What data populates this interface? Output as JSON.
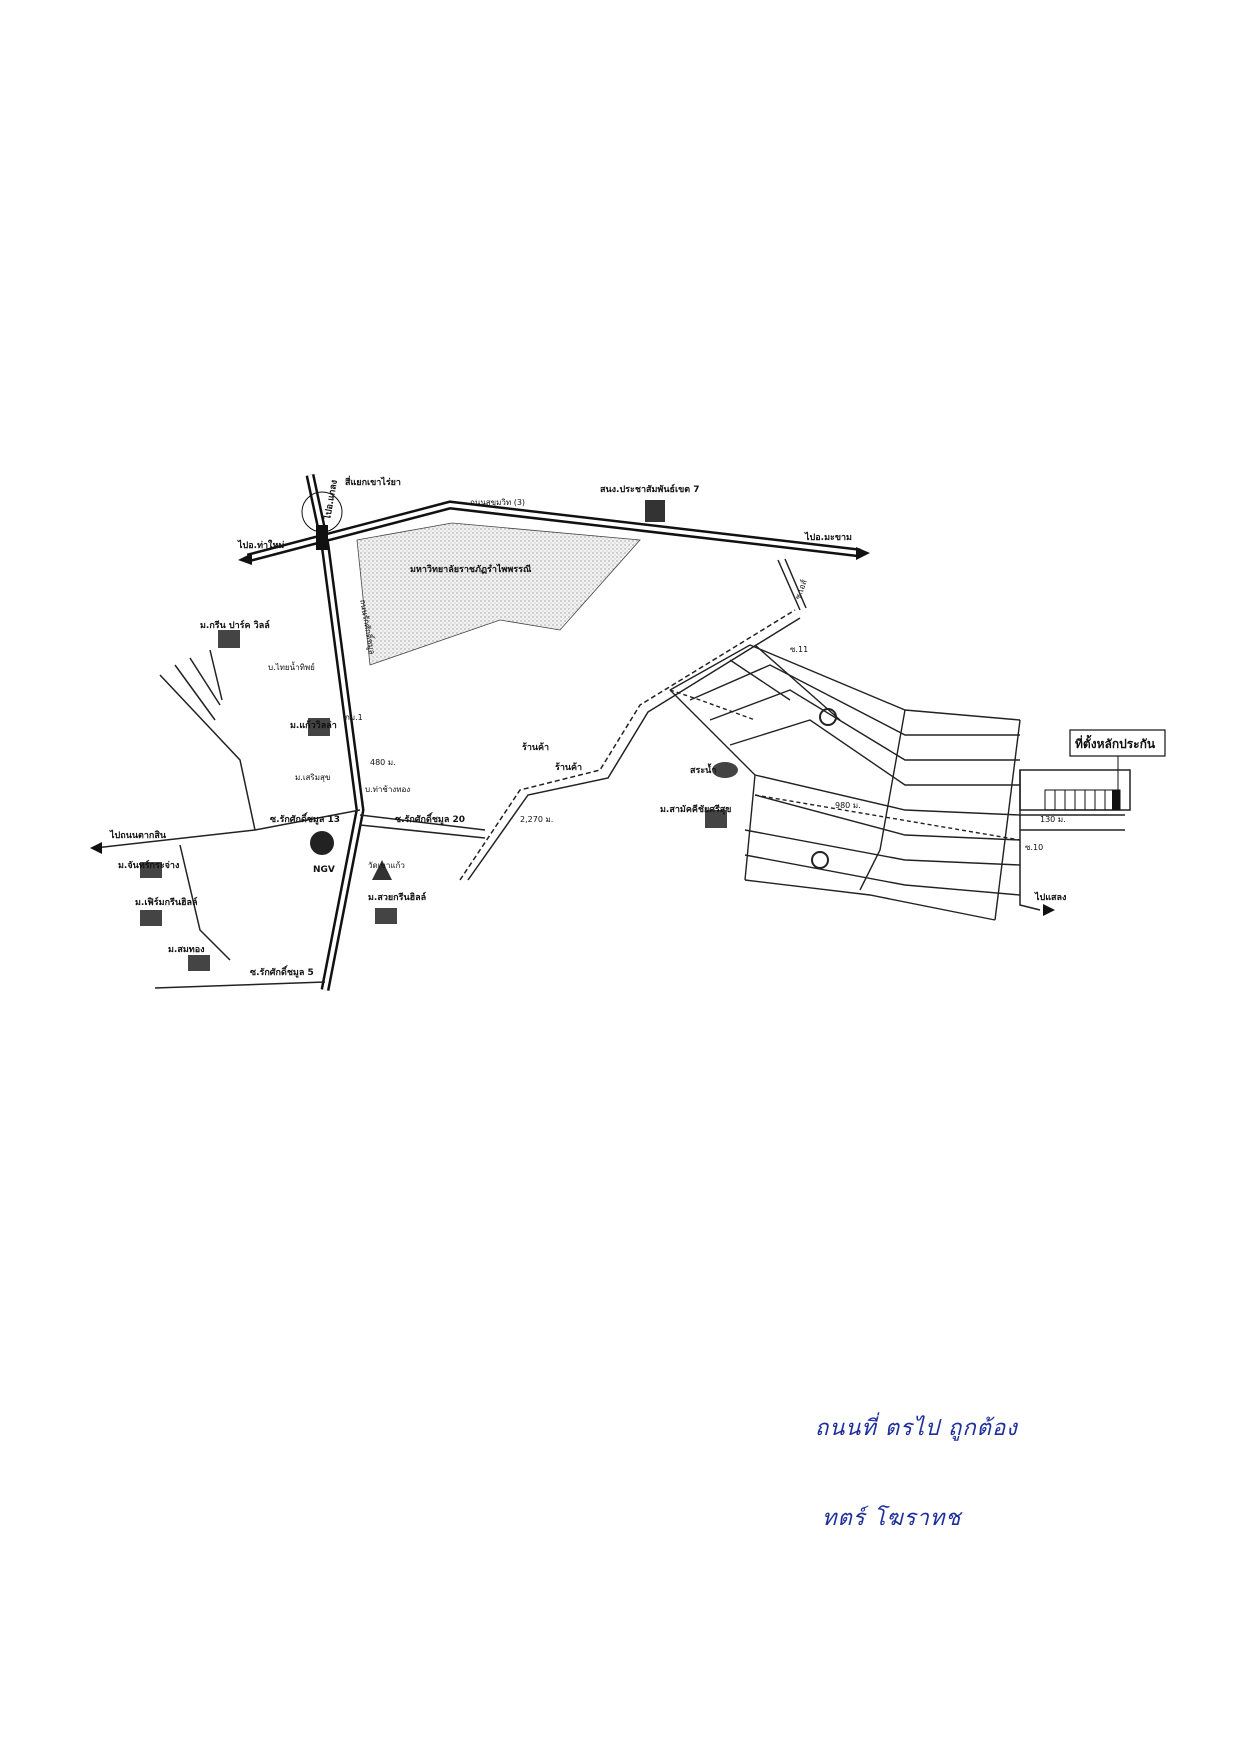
{
  "map": {
    "roads": {
      "sukhumvit": "ถนนสุขุมวิท (3)",
      "raksakchamun": "ถนนรักศักดิ์ชมูล",
      "soi_raksak_13": "ซ.รักศักดิ์ชมูล 13",
      "soi_raksak_20": "ซ.รักศักดิ์ชมูล 20",
      "soi_raksak_5": "ซ.รักศักดิ์ชมูล 5",
      "to_rayong": "ไปอ.แกลง",
      "to_thamai": "ไปอ.ท่าใหม่",
      "to_makham": "ไปอ.มะขาม",
      "to_tha_chalap": "ไปถนนตากสิน",
      "to_east": "ไปแสลง",
      "soi_east": "ซ.เอส์",
      "soi_11": "ซ.11",
      "soi_10": "ซ.10"
    },
    "landmarks": {
      "intersection": "สี่แยกเขาไร่ยา",
      "university": "มหาวิทยาลัยราชภัฏรำไพพรรณี",
      "school": "สนง.ประชาสัมพันธ์เขต 7",
      "green_park": "ม.กรีน ปาร์ค วิลล์",
      "thai_namthip": "บ.ไทยน้ำทิพย์",
      "kaew_villa": "ม.แก้ววิลล่า",
      "soem_suk": "ม.เสริมสุข",
      "tha_chang": "บ.ท่าช้างทอง",
      "ngv": "NGV",
      "wat": "วัดเขาแก้ว",
      "suan": "ม.สวยกรีนฮิลล์",
      "chanthaburi_chan": "ม.จันทร์กระจ่าง",
      "therm": "ม.เฟิร์มกรีนฮิลล์",
      "somthong": "ม.สมทอง",
      "shop1": "ร้านค้า",
      "shop2": "ร้านค้า",
      "pond": "สระน้ำ",
      "samakkhi": "ม.สามัคคีชัยศรีสุข",
      "dist_480": "480 ม.",
      "dist_2270": "2,270 ม.",
      "dist_980": "980 ม.",
      "dist_130": "130 ม.",
      "km1": "กม.1",
      "target_box": "ที่ตั้งหลักประกัน"
    }
  },
  "signature": {
    "line1": "ถนนที่ ตรไป ถูกต้อง",
    "line2": "ทตร์   โฆราทช"
  }
}
